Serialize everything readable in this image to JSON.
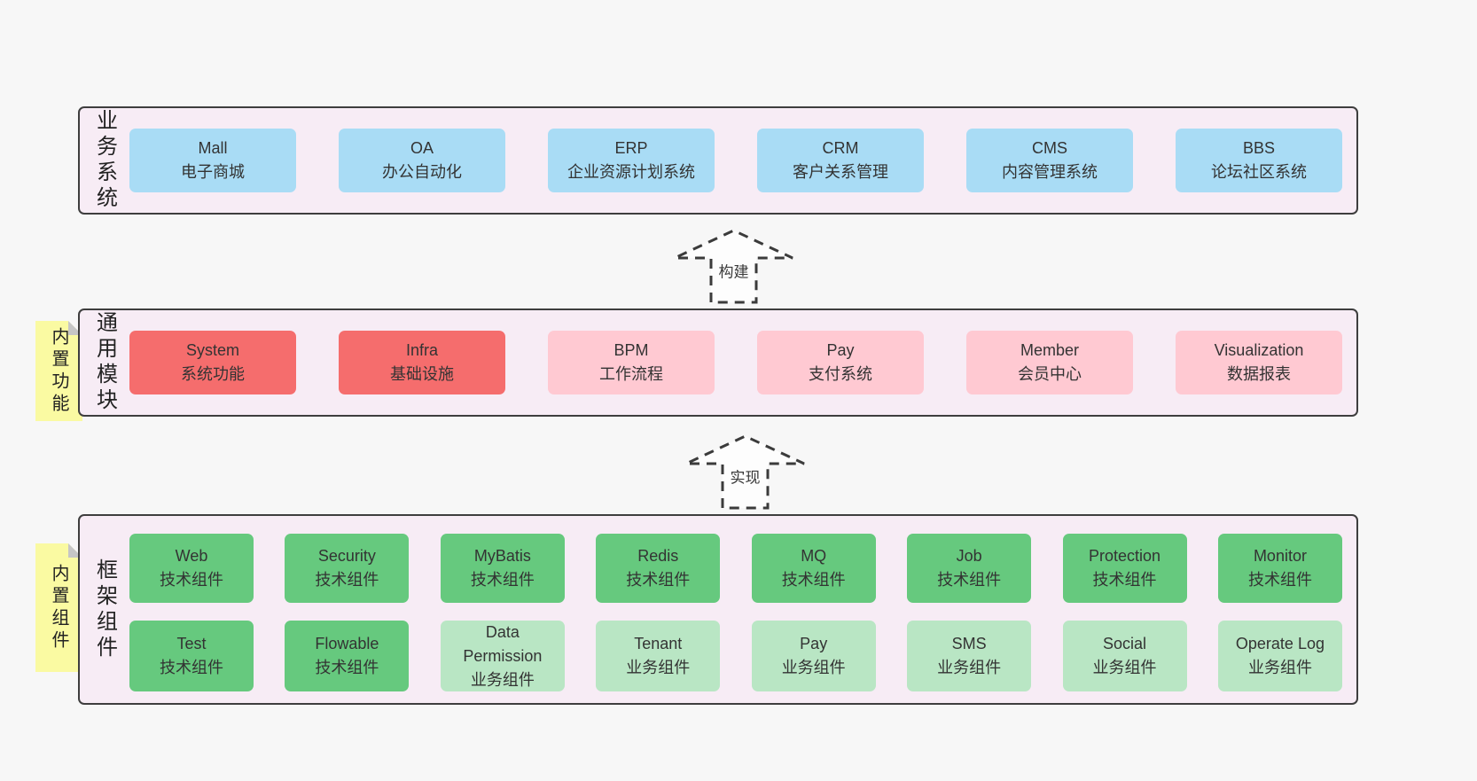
{
  "colors": {
    "page_background": "#f7f7f7",
    "band_background": "#f7ecf5",
    "band_border": "#3e3e3e",
    "business_box": "#a9dcf5",
    "core_module_box": "#f56d6d",
    "optional_module_box": "#ffc9d2",
    "tech_component_box": "#66c97e",
    "biz_component_box": "#b9e6c4",
    "sticky_note": "#fafaa2",
    "text": "#333333"
  },
  "bands": [
    {
      "label": "业务系统",
      "boxes": [
        {
          "title": "Mall",
          "subtitle": "电子商城"
        },
        {
          "title": "OA",
          "subtitle": "办公自动化"
        },
        {
          "title": "ERP",
          "subtitle": "企业资源计划系统"
        },
        {
          "title": "CRM",
          "subtitle": "客户关系管理"
        },
        {
          "title": "CMS",
          "subtitle": "内容管理系统"
        },
        {
          "title": "BBS",
          "subtitle": "论坛社区系统"
        }
      ]
    },
    {
      "label": "通用模块",
      "sticky": "内置功能",
      "boxes": [
        {
          "title": "System",
          "subtitle": "系统功能",
          "variant": "red"
        },
        {
          "title": "Infra",
          "subtitle": "基础设施",
          "variant": "red"
        },
        {
          "title": "BPM",
          "subtitle": "工作流程",
          "variant": "pink"
        },
        {
          "title": "Pay",
          "subtitle": "支付系统",
          "variant": "pink"
        },
        {
          "title": "Member",
          "subtitle": "会员中心",
          "variant": "pink"
        },
        {
          "title": "Visualization",
          "subtitle": "数据报表",
          "variant": "pink"
        }
      ]
    },
    {
      "label": "框架组件",
      "sticky": "内置组件",
      "rows": [
        [
          {
            "title": "Web",
            "subtitle": "技术组件",
            "variant": "green-dark"
          },
          {
            "title": "Security",
            "subtitle": "技术组件",
            "variant": "green-dark"
          },
          {
            "title": "MyBatis",
            "subtitle": "技术组件",
            "variant": "green-dark"
          },
          {
            "title": "Redis",
            "subtitle": "技术组件",
            "variant": "green-dark"
          },
          {
            "title": "MQ",
            "subtitle": "技术组件",
            "variant": "green-dark"
          },
          {
            "title": "Job",
            "subtitle": "技术组件",
            "variant": "green-dark"
          },
          {
            "title": "Protection",
            "subtitle": "技术组件",
            "variant": "green-dark"
          },
          {
            "title": "Monitor",
            "subtitle": "技术组件",
            "variant": "green-dark"
          }
        ],
        [
          {
            "title": "Test",
            "subtitle": "技术组件",
            "variant": "green-dark"
          },
          {
            "title": "Flowable",
            "subtitle": "技术组件",
            "variant": "green-dark"
          },
          {
            "title": "Data Permission",
            "subtitle": "业务组件",
            "variant": "green-light"
          },
          {
            "title": "Tenant",
            "subtitle": "业务组件",
            "variant": "green-light"
          },
          {
            "title": "Pay",
            "subtitle": "业务组件",
            "variant": "green-light"
          },
          {
            "title": "SMS",
            "subtitle": "业务组件",
            "variant": "green-light"
          },
          {
            "title": "Social",
            "subtitle": "业务组件",
            "variant": "green-light"
          },
          {
            "title": "Operate Log",
            "subtitle": "业务组件",
            "variant": "green-light"
          }
        ]
      ]
    }
  ],
  "arrows": [
    {
      "label": "构建"
    },
    {
      "label": "实现"
    }
  ]
}
